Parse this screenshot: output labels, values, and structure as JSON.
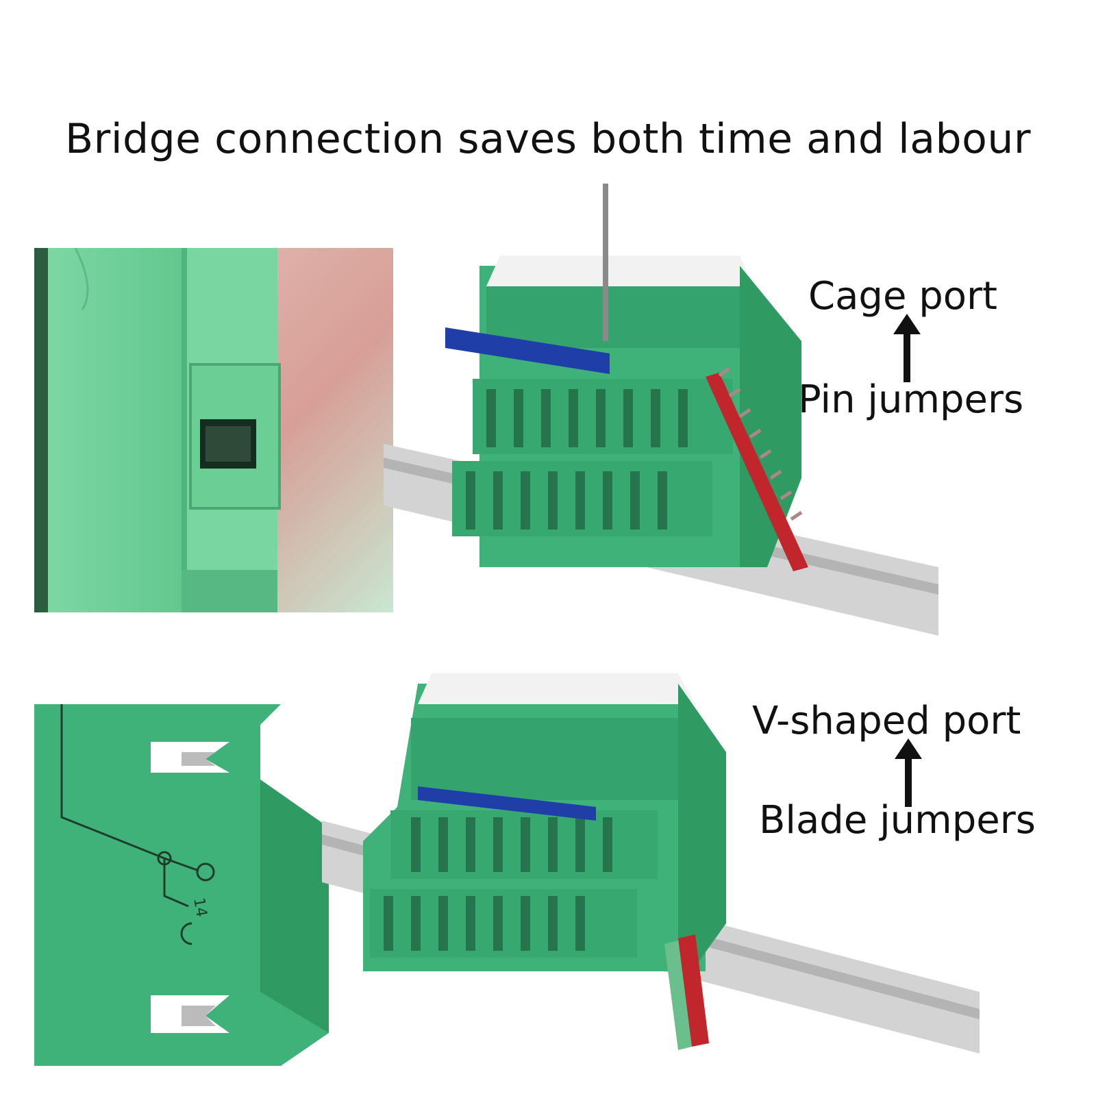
{
  "headline": "Bridge connection saves both time and labour",
  "top_section": {
    "port_label": "Cage port",
    "jumper_label": "Pin jumpers"
  },
  "bottom_section": {
    "port_label": "V-shaped port",
    "jumper_label": "Blade jumpers",
    "terminal_marking": "14"
  },
  "colors": {
    "housing_green": "#3fb27a",
    "housing_light": "#86dba9",
    "marker_white": "#f2f2f2",
    "pin_jumper_red": "#c0262b",
    "bridge_blue": "#1f3ea8",
    "din_rail": "#c9c9c9"
  }
}
